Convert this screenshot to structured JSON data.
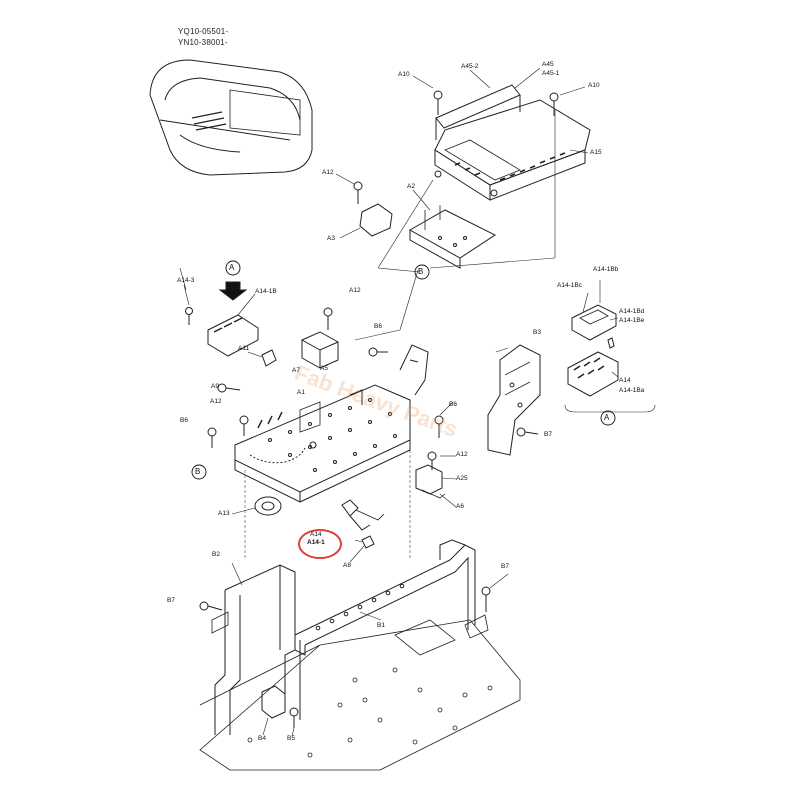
{
  "serials": [
    "YQ10-05501-",
    "YN10-38001-"
  ],
  "watermark": "Fab Heavy Parts",
  "highlight_color": "#e0403a",
  "labels": [
    {
      "id": "a10-left",
      "text": "A10"
    },
    {
      "id": "a45-2",
      "text": "A45-2"
    },
    {
      "id": "a45",
      "text": "A45"
    },
    {
      "id": "a45-1",
      "text": "A45-1"
    },
    {
      "id": "a10-right",
      "text": "A10"
    },
    {
      "id": "a15",
      "text": "A15"
    },
    {
      "id": "a12-top",
      "text": "A12"
    },
    {
      "id": "a2",
      "text": "A2"
    },
    {
      "id": "a3",
      "text": "A3"
    },
    {
      "id": "a14-3",
      "text": "A14-3"
    },
    {
      "id": "a14-1b",
      "text": "A14-1B"
    },
    {
      "id": "a12-mid",
      "text": "A12"
    },
    {
      "id": "a11",
      "text": "A11"
    },
    {
      "id": "b6-mid",
      "text": "B6"
    },
    {
      "id": "a7",
      "text": "A7"
    },
    {
      "id": "a5",
      "text": "A5"
    },
    {
      "id": "a9",
      "text": "A9"
    },
    {
      "id": "a1",
      "text": "A1"
    },
    {
      "id": "a12-left",
      "text": "A12"
    },
    {
      "id": "b6-left",
      "text": "B6"
    },
    {
      "id": "b6-right",
      "text": "B6"
    },
    {
      "id": "a12-right",
      "text": "A12"
    },
    {
      "id": "a25",
      "text": "A25"
    },
    {
      "id": "a6",
      "text": "A6"
    },
    {
      "id": "a13",
      "text": "A13"
    },
    {
      "id": "a14-partial",
      "text": "A14"
    },
    {
      "id": "a14-1",
      "text": "A14-1"
    },
    {
      "id": "a8",
      "text": "A8"
    },
    {
      "id": "b3",
      "text": "B3"
    },
    {
      "id": "b7-right",
      "text": "B7"
    },
    {
      "id": "a14-1bb",
      "text": "A14-1Bb"
    },
    {
      "id": "a14-1bc",
      "text": "A14-1Bc"
    },
    {
      "id": "a14-1bd",
      "text": "A14-1Bd"
    },
    {
      "id": "a14-1be",
      "text": "A14-1Be"
    },
    {
      "id": "a14",
      "text": "A14"
    },
    {
      "id": "a14-1ba",
      "text": "A14-1Ba"
    },
    {
      "id": "b2",
      "text": "B2"
    },
    {
      "id": "b7-left",
      "text": "B7"
    },
    {
      "id": "b7-frame",
      "text": "B7"
    },
    {
      "id": "b1",
      "text": "B1"
    },
    {
      "id": "b4",
      "text": "B4"
    },
    {
      "id": "b5",
      "text": "B5"
    }
  ],
  "callouts": [
    {
      "id": "callout-a-left",
      "text": "A"
    },
    {
      "id": "callout-b-top",
      "text": "B"
    },
    {
      "id": "callout-b-left",
      "text": "B"
    },
    {
      "id": "callout-a-detail",
      "text": "A"
    }
  ]
}
